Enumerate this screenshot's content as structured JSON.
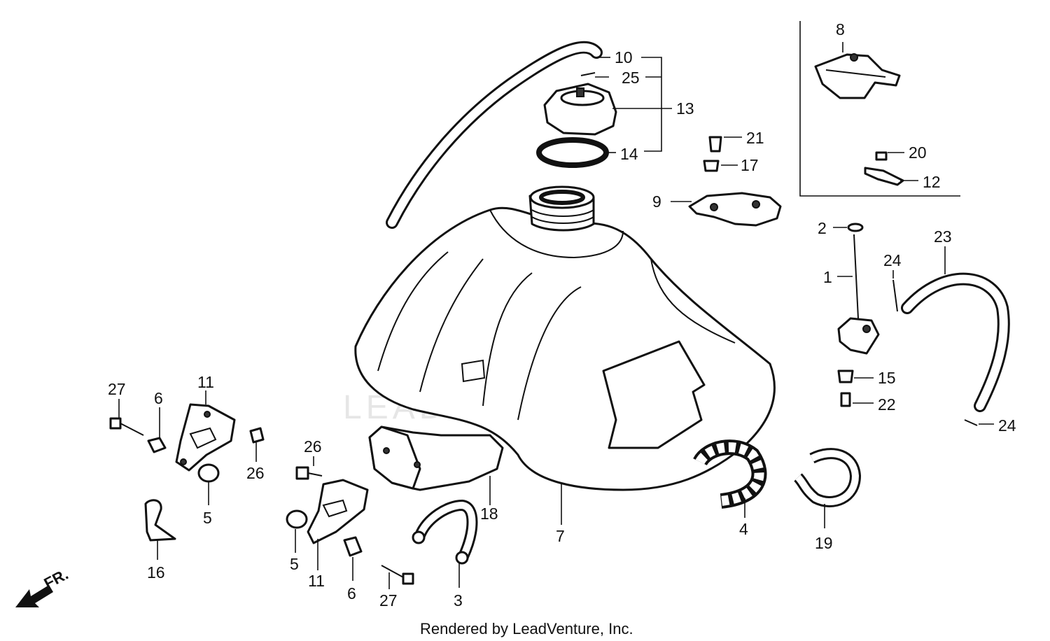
{
  "labels": {
    "l1": "1",
    "l2": "2",
    "l3": "3",
    "l4": "4",
    "l5a": "5",
    "l5b": "5",
    "l6a": "6",
    "l6b": "6",
    "l7": "7",
    "l8": "8",
    "l9": "9",
    "l10": "10",
    "l11a": "11",
    "l11b": "11",
    "l12": "12",
    "l13": "13",
    "l14": "14",
    "l15": "15",
    "l16": "16",
    "l17": "17",
    "l18": "18",
    "l19": "19",
    "l20": "20",
    "l21": "21",
    "l22": "22",
    "l23": "23",
    "l24a": "24",
    "l24b": "24",
    "l25": "25",
    "l26a": "26",
    "l26b": "26",
    "l27a": "27",
    "l27b": "27"
  },
  "direction": "FR.",
  "watermark": "LEADVENTURE",
  "footer": "Rendered by LeadVenture, Inc."
}
